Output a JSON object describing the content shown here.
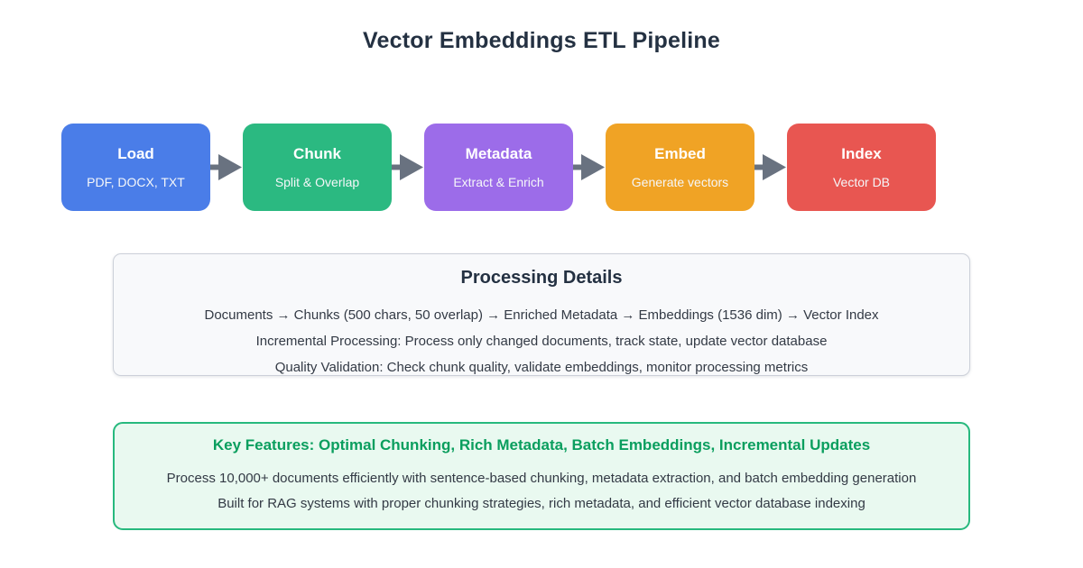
{
  "title": "Vector Embeddings ETL Pipeline",
  "pipeline": {
    "arrow_color": "#697280",
    "stages": [
      {
        "title": "Load",
        "subtitle": "PDF, DOCX, TXT",
        "color": "#4a7de8"
      },
      {
        "title": "Chunk",
        "subtitle": "Split & Overlap",
        "color": "#2bb981"
      },
      {
        "title": "Metadata",
        "subtitle": "Extract & Enrich",
        "color": "#9c6ce9"
      },
      {
        "title": "Embed",
        "subtitle": "Generate vectors",
        "color": "#f0a325"
      },
      {
        "title": "Index",
        "subtitle": "Vector DB",
        "color": "#e85651"
      }
    ]
  },
  "processing_details": {
    "heading": "Processing Details",
    "lines": [
      "Documents → Chunks (500 chars, 50 overlap) → Enriched Metadata → Embeddings (1536 dim) → Vector Index",
      "Incremental Processing: Process only changed documents, track state, update vector database",
      "Quality Validation: Check chunk quality, validate embeddings, monitor processing metrics"
    ],
    "background": "#f8f9fb",
    "border_color": "#ccd0d9"
  },
  "key_features": {
    "heading": "Key Features: Optimal Chunking, Rich Metadata, Batch Embeddings, Incremental Updates",
    "lines": [
      "Process 10,000+ documents efficiently with sentence-based chunking, metadata extraction, and batch embedding generation",
      "Built for RAG systems with proper chunking strategies, rich metadata, and efficient vector database indexing"
    ],
    "accent_color": "#0a9e5e",
    "border_color": "#27b97e",
    "background": "#e9f9f0"
  }
}
